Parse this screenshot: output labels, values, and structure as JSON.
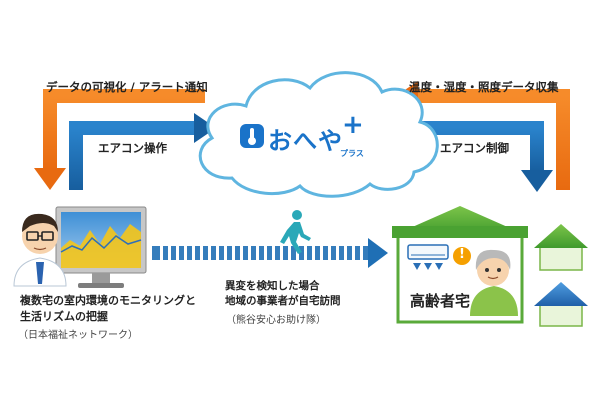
{
  "cloud": {
    "logo_text": "おへや",
    "logo_plus": "+",
    "logo_sub": "プラス",
    "colors": {
      "cloud_stroke": "#5fb5e0",
      "logo": "#1a73c9"
    }
  },
  "arrows": {
    "top_left_label": "データの可視化 / アラート通知",
    "top_right_label": "温度・湿度・照度データ収集",
    "inner_left_label": "エアコン操作",
    "inner_right_label": "エアコン制御",
    "colors": {
      "orange": "#f07a1a",
      "blue": "#1f6fb5"
    }
  },
  "left_party": {
    "caption_line1": "複数宅の室内環境のモニタリングと",
    "caption_line2": "生活リズムの把握",
    "org": "（日本福祉ネットワーク）"
  },
  "middle": {
    "line1": "異変を検知した場合",
    "line2": "地域の事業者が自宅訪問",
    "note": "（熊谷安心お助け隊）"
  },
  "right_house": {
    "label": "高齢者宅",
    "alert_mark": "!"
  }
}
